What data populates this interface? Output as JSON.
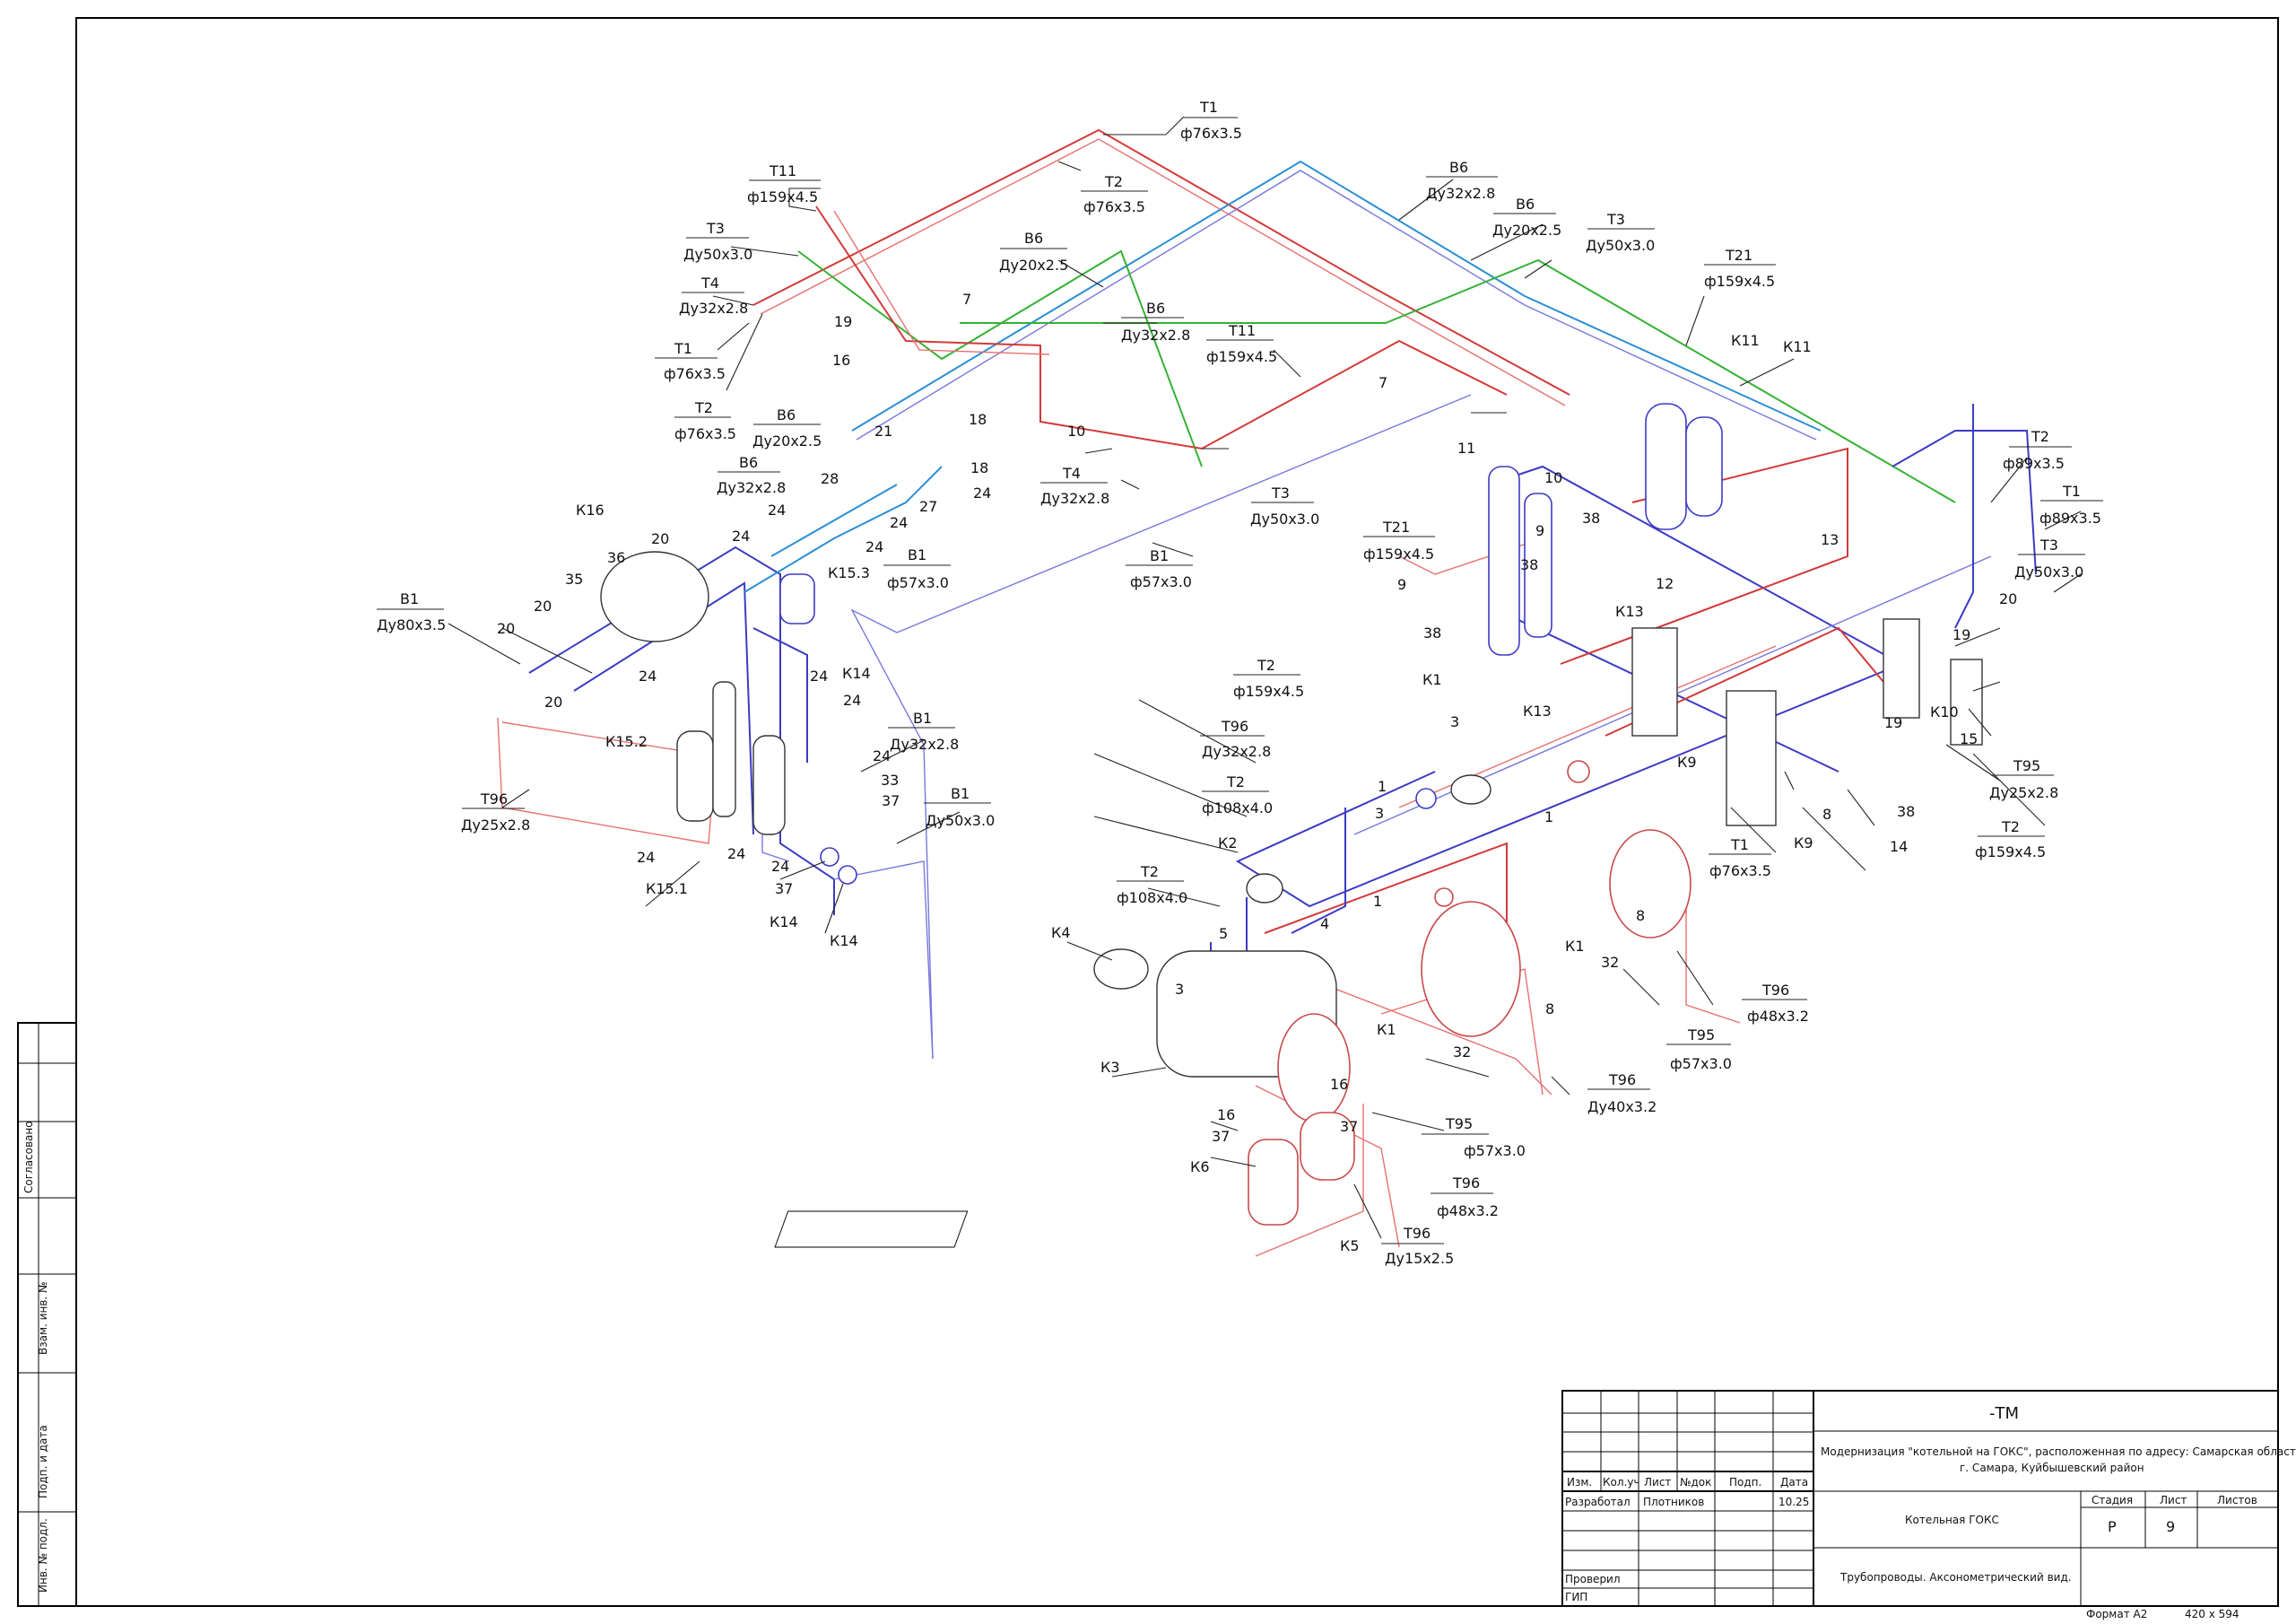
{
  "side_stamp": {
    "agreed": "Согласовано",
    "inv_replace": "Взам. инв. №",
    "sign_date": "Подп. и дата",
    "inv_orig": "Инв. № подл."
  },
  "title_block": {
    "code": "-ТМ",
    "project": "Модернизация \"котельной на ГОКС\", расположенная по адресу: Самарская область,",
    "project2": "г. Самара, Куйбышевский район",
    "col_izm": "Изм.",
    "col_kol": "Кол.уч",
    "col_list": "Лист",
    "col_ndok": "№док",
    "col_podp": "Подп.",
    "col_date": "Дата",
    "developed_label": "Разработал",
    "developed_name": "Плотников",
    "developed_date": "10.25",
    "checked_label": "Проверил",
    "gip_label": "ГИП",
    "object": "Котельная ГОКС",
    "sheet_title": "Трубопроводы. Аксонометрический вид.",
    "stage_label": "Стадия",
    "sheet_label": "Лист",
    "sheets_label": "Листов",
    "stage": "Р",
    "sheet": "9",
    "format": "Формат А2",
    "size": "420 х 594"
  },
  "labels": {
    "t1_a": "Т1",
    "t1_a_d": "ф76х3.5",
    "t2_a": "Т2",
    "t2_a_d": "ф76х3.5",
    "t11_a": "Т11",
    "t11_a_d": "ф159х4.5",
    "t3_a": "Т3",
    "t3_a_d": "Ду50х3.0",
    "t4_a": "Т4",
    "t4_a_d": "Ду32х2.8",
    "t1_b": "Т1",
    "t1_b_d": "ф76х3.5",
    "t2_b": "Т2",
    "t2_b_d": "ф76х3.5",
    "b6_a": "В6",
    "b6_a_d": "Ду32х2.8",
    "b6_b": "В6",
    "b6_b_d": "Ду20х2.5",
    "t3_b": "Т3",
    "t3_b_d": "Ду50х3.0",
    "t21_a": "Т21",
    "t21_a_d": "ф159х4.5",
    "b6_c": "В6",
    "b6_c_d": "Ду20х2.5",
    "b6_d": "В6",
    "b6_d_d": "Ду32х2.8",
    "t11_b": "Т11",
    "t11_b_d": "ф159х4.5",
    "b6_e": "В6",
    "b6_e_d": "Ду20х2.5",
    "b6_f": "В6",
    "b6_f_d": "Ду32х2.8",
    "t4_b": "Т4",
    "t4_b_d": "Ду32х2.8",
    "t3_c": "Т3",
    "t3_c_d": "Ду50х3.0",
    "b1_a": "В1",
    "b1_a_d": "ф57х3.0",
    "b1_b": "В1",
    "b1_b_d": "ф57х3.0",
    "b1_c": "В1",
    "b1_c_d": "Ду80х3.5",
    "t21_b": "Т21",
    "t21_b_d": "ф159х4.5",
    "t2_c": "Т2",
    "t2_c_d": "ф89х3.5",
    "t1_c": "Т1",
    "t1_c_d": "ф89х3.5",
    "t3_d": "Т3",
    "t3_d_d": "Ду50х3.0",
    "t2_d": "Т2",
    "t2_d_d": "ф159х4.5",
    "t96_a": "Т96",
    "t96_a_d": "Ду32х2.8",
    "t2_e": "Т2",
    "t2_e_d": "ф108х4.0",
    "t2_f": "Т2",
    "t2_f_d": "ф108х4.0",
    "b1_d": "В1",
    "b1_d_d": "Ду32х2.8",
    "b1_e": "В1",
    "b1_e_d": "Ду50х3.0",
    "t96_b": "Т96",
    "t96_b_d": "Ду25х2.8",
    "t95_a": "Т95",
    "t95_a_d": "Ду25х2.8",
    "t2_g": "Т2",
    "t2_g_d": "ф159х4.5",
    "t1_d": "Т1",
    "t1_d_d": "ф76х3.5",
    "t96_c": "Т96",
    "t96_c_d": "ф48х3.2",
    "t95_b": "Т95",
    "t95_b_d": "ф57х3.0",
    "t96_d": "Т96",
    "t96_d_d": "Ду40х3.2",
    "t95_c": "Т95",
    "t95_c_d": "ф57х3.0",
    "t96_e": "Т96",
    "t96_e_d": "ф48х3.2",
    "t96_f": "Т96",
    "t96_f_d": "Ду15х2.5"
  },
  "tags": {
    "k11a": "К11",
    "k11b": "К11",
    "k16": "К16",
    "k15_3": "К15.3",
    "k14a": "К14",
    "k15_2": "К15.2",
    "k15_1": "К15.1",
    "k14b": "К14",
    "k14c": "К14",
    "k13a": "К13",
    "k13b": "К13",
    "k1a": "К1",
    "k9a": "К9",
    "k9b": "К9",
    "k10": "К10",
    "k2": "К2",
    "k4": "К4",
    "k3": "К3",
    "k1b": "К1",
    "k1c": "К1",
    "k6": "К6",
    "k5": "К5",
    "n7a": "7",
    "n19a": "19",
    "n16a": "16",
    "n21": "21",
    "n18a": "18",
    "n10a": "10",
    "n18b": "18",
    "n24a": "24",
    "n27": "27",
    "n24b": "24",
    "n28": "28",
    "n24c": "24",
    "n24d": "24",
    "n20a": "20",
    "n36": "36",
    "n35": "35",
    "n20b": "20",
    "n20c": "20",
    "n20d": "20",
    "n24e": "24",
    "n24f": "24",
    "n24g": "24",
    "n24h": "24",
    "n24i": "24",
    "n24j": "24",
    "n33": "33",
    "n37a": "37",
    "n37b": "37",
    "n7b": "7",
    "n11": "11",
    "n10b": "10",
    "n9a": "9",
    "n38a": "38",
    "n38b": "38",
    "n9b": "9",
    "n38c": "38",
    "n12": "12",
    "n13": "13",
    "n20e": "20",
    "n19b": "19",
    "n19c": "19",
    "n15": "15",
    "n3a": "3",
    "n1a": "1",
    "n1b": "1",
    "n3b": "3",
    "n1c": "1",
    "n8a": "8",
    "n38d": "38",
    "n14": "14",
    "n8b": "8",
    "n32a": "32",
    "n5": "5",
    "n4": "4",
    "n3c": "3",
    "n8c": "8",
    "n32b": "32",
    "n16b": "16",
    "n16c": "16",
    "n37c": "37",
    "n37d": "37"
  }
}
